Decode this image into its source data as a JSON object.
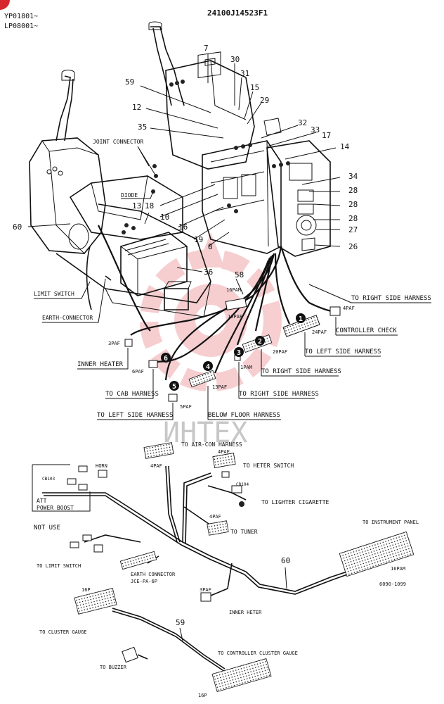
{
  "header": {
    "serial_1": "YP01801~",
    "serial_2": "LP08001~",
    "part_number": "24100J14523F1"
  },
  "colors": {
    "line": "#111111",
    "badge": "#d6262e",
    "watermark": "#d9262e"
  },
  "top_callouts": [
    "7",
    "30",
    "59",
    "31",
    "15",
    "12",
    "29",
    "35",
    "32",
    "33",
    "17",
    "14",
    "34",
    "28",
    "28",
    "28",
    "27",
    "26",
    "18",
    "10",
    "16",
    "19",
    "8",
    "13",
    "60",
    "36",
    "58"
  ],
  "top_labels": {
    "joint_connector": "JOINT CONNECTOR",
    "diode": "DIODE",
    "limit_switch": "LIMIT SWITCH",
    "earth_connector": "EARTH-CONNECTOR",
    "inner_heater": "INNER HEATER",
    "to_cab_harness": "TO CAB HARNESS",
    "to_left_side_harness_1": "TO LEFT SIDE HARNESS",
    "below_floor_harness": "BELOW FLOOR HARNESS",
    "to_right_side_harness_1": "TO RIGHT SIDE HARNESS",
    "to_right_side_harness_2": "TO RIGHT SIDE HARNESS",
    "to_left_side_harness_2": "TO LEFT SIDE HARNESS",
    "controller_check": "CONTROLLER CHECK",
    "to_right_side_harness_3": "TO RIGHT SIDE HARNESS"
  },
  "connector_codes": {
    "c16pam": "16PAM",
    "c16paf": "16PAF",
    "c4paf": "4PAF",
    "c24paf": "24PAF",
    "c20paf": "20PAF",
    "c3paf": "3PAF",
    "c6paf": "6PAF",
    "c1pam": "1PAM",
    "c13paf": "13PAF",
    "c5paf": "5PAF"
  },
  "badges": [
    "1",
    "2",
    "3",
    "4",
    "5",
    "6"
  ],
  "watermark": "ИНТЕХ",
  "bottom": {
    "air_con_harness": "TO AIR-CON HARNESS",
    "c4paf_a": "4PAF",
    "c4paf_b": "4PAF",
    "heter_switch": "TO HETER SWITCH",
    "horn": "HORN",
    "cb103": "CB103",
    "cb104": "CB104",
    "att_power_boost_1": "ATT",
    "att_power_boost_2": "POWER BOOST",
    "lighter_cigarette": "TO LIGHTER CIGARETTE",
    "not_use": "NOT USE",
    "c4paf_c": "4PAF",
    "tuner": "TO TUNER",
    "instrument_panel": "TO INSTRUMENT PANEL",
    "limit_switch": "TO LIMIT SWITCH",
    "callout_60": "60",
    "c16pam": "16PAM",
    "earth_connector_1": "EARTH CONNECTOR",
    "earth_connector_2": "JCE-PA-6P",
    "drawing_no": "6090-1099",
    "c16p_a": "16P",
    "c3paf": "3PAF",
    "inner_heter": "INNER HETER",
    "cluster_gauge": "TO CLUSTER GAUGE",
    "callout_59": "59",
    "controller_cluster": "TO CONTROLLER CLUSTER GAUGE",
    "buzzer": "TO BUZZER",
    "c16p_b": "16P"
  }
}
